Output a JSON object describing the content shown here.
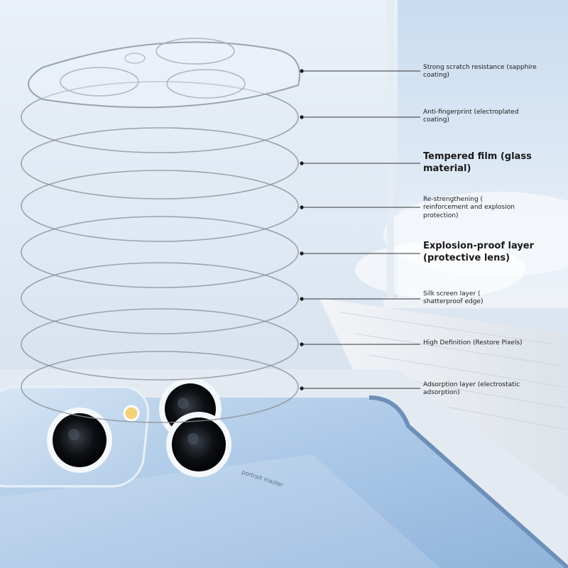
{
  "layers": [
    {
      "id": "scratch",
      "line1": "Strong scratch resistance (sapphire",
      "line2": "coating)",
      "emphasis": false
    },
    {
      "id": "fingerprint",
      "line1": "Anti-fingerprint (electroplated",
      "line2": "coating)",
      "emphasis": false
    },
    {
      "id": "tempered",
      "line1": "Tempered film (glass",
      "line2": "material)",
      "emphasis": true
    },
    {
      "id": "restrengthening",
      "line1": "Re-strengthening (",
      "line2": "reinforcement and explosion",
      "line3": "protection)",
      "emphasis": false
    },
    {
      "id": "explosion",
      "line1": "Explosion-proof layer",
      "line2": "(protective lens)",
      "emphasis": true
    },
    {
      "id": "silk",
      "line1": "Silk screen layer (",
      "line2": "shatterproof edge)",
      "emphasis": false
    },
    {
      "id": "hd",
      "line1": "High Definition (Restore Pixels)",
      "line2": "",
      "emphasis": false
    },
    {
      "id": "adsorption",
      "line1": "Adsorption layer (electrostatic",
      "line2": "adsorption)",
      "emphasis": false
    }
  ],
  "phone": {
    "module_text": "portrait master",
    "color": "#a9c6e6"
  },
  "colors": {
    "line": "#333333",
    "glass_edge": "#8a9098"
  }
}
